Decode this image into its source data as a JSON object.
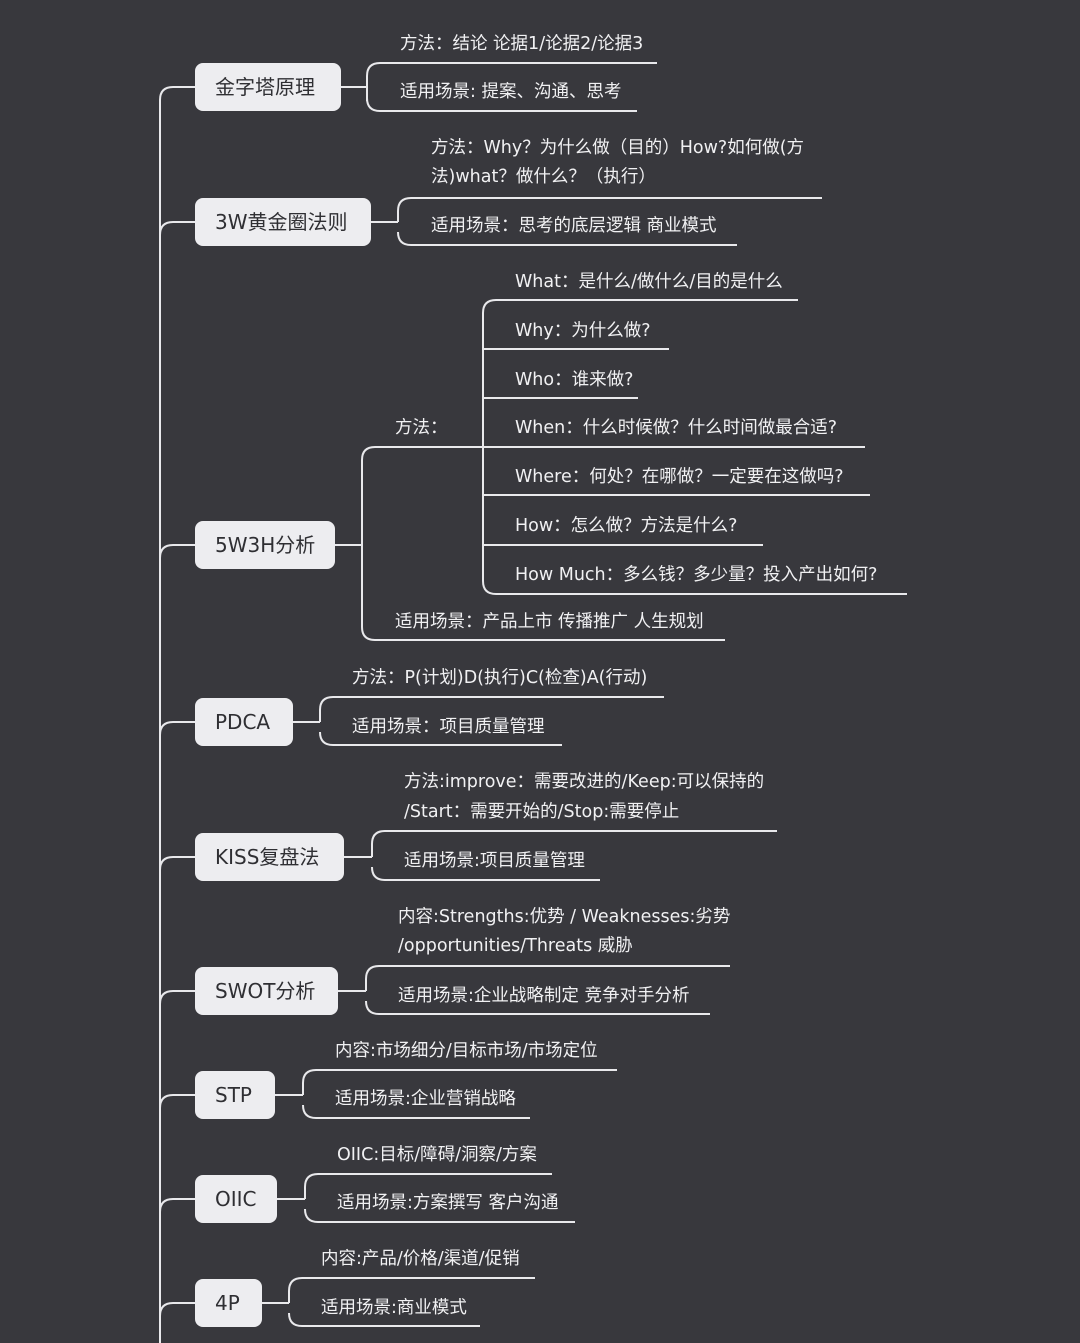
{
  "background": "#38383d",
  "nodes": [
    {
      "name": "jinzita",
      "label": "金字塔原理",
      "methods": [
        "方法：结论 论据1/论据2/论据3"
      ],
      "scene": "适用场景: 提案、沟通、思考"
    },
    {
      "name": "3w",
      "label": "3W黄金圈法则",
      "methods": [
        "方法：Why？为什么做（目的）How?如何做(方",
        "法)what？做什么？（执行）"
      ],
      "scene": "适用场景：思考的底层逻辑 商业模式"
    },
    {
      "name": "5w3h",
      "label": "5W3H分析",
      "method_label": "方法：",
      "items": [
        "What：是什么/做什么/目的是什么",
        "Why：为什么做?",
        "Who：谁来做?",
        "When：什么时候做？什么时间做最合适?",
        "Where：何处？在哪做？一定要在这做吗?",
        "How：怎么做？方法是什么?",
        "How Much：多么钱？多少量？投入产出如何?"
      ],
      "scene": "适用场景：产品上市 传播推广 人生规划"
    },
    {
      "name": "pdca",
      "label": "PDCA",
      "methods": [
        "方法：P(计划)D(执行)C(检查)A(行动)"
      ],
      "scene": "适用场景：项目质量管理"
    },
    {
      "name": "kiss",
      "label": "KISS复盘法",
      "methods": [
        "方法:improve：需要改进的/Keep:可以保持的",
        "/Start：需要开始的/Stop:需要停止"
      ],
      "scene": "适用场景:项目质量管理"
    },
    {
      "name": "swot",
      "label": "SWOT分析",
      "methods": [
        "内容:Strengths:优势 / Weaknesses:劣势",
        "/opportunities/Threats 威胁"
      ],
      "scene": "适用场景:企业战略制定 竞争对手分析"
    },
    {
      "name": "stp",
      "label": "STP",
      "methods": [
        "内容:市场细分/目标市场/市场定位"
      ],
      "scene": "适用场景:企业营销战略"
    },
    {
      "name": "oiic",
      "label": "OIIC",
      "methods": [
        "OIIC:目标/障碍/洞察/方案"
      ],
      "scene": "适用场景:方案撰写 客户沟通"
    },
    {
      "name": "4p",
      "label": "4P",
      "methods": [
        "内容:产品/价格/渠道/促销"
      ],
      "scene": "适用场景:商业模式"
    }
  ]
}
